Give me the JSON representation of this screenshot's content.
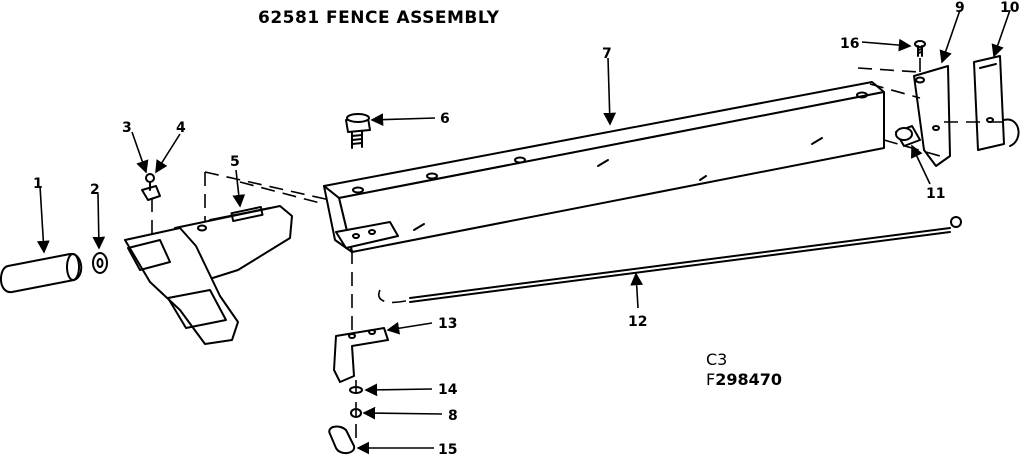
{
  "diagram": {
    "title": "62581 FENCE ASSEMBLY",
    "code_c": "C3",
    "code_f": "F",
    "code_number": "298470"
  },
  "parts": [
    {
      "id": "p1",
      "label": "1"
    },
    {
      "id": "p2",
      "label": "2"
    },
    {
      "id": "p3",
      "label": "3"
    },
    {
      "id": "p4",
      "label": "4"
    },
    {
      "id": "p5",
      "label": "5"
    },
    {
      "id": "p6",
      "label": "6"
    },
    {
      "id": "p7",
      "label": "7"
    },
    {
      "id": "p8",
      "label": "8"
    },
    {
      "id": "p9",
      "label": "9"
    },
    {
      "id": "p10",
      "label": "10"
    },
    {
      "id": "p11",
      "label": "11"
    },
    {
      "id": "p12",
      "label": "12"
    },
    {
      "id": "p13",
      "label": "13"
    },
    {
      "id": "p14",
      "label": "14"
    },
    {
      "id": "p15",
      "label": "15"
    },
    {
      "id": "p16",
      "label": "16"
    }
  ]
}
